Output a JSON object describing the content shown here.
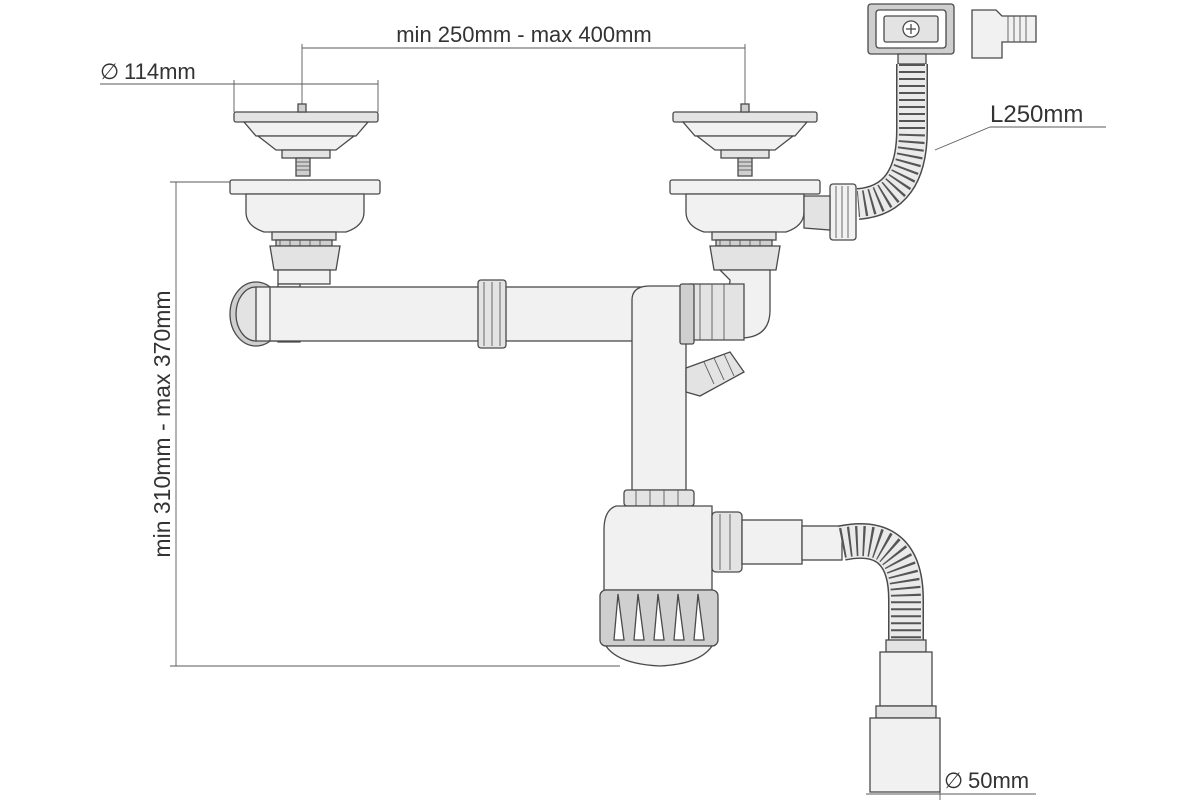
{
  "dimensions": {
    "basket_diameter": "114mm",
    "sink_spacing": "min 250mm - max 400mm",
    "overflow_hose_length": "L250mm",
    "install_height": "min 310mm - max 370mm",
    "outlet_diameter": "50mm",
    "diameter_symbol": "∅"
  },
  "colors": {
    "line": "#4a4a4a",
    "fill_light": "#f1f1f1",
    "fill_mid": "#e3e3e3",
    "fill_dark": "#cfcfcf",
    "text": "#333333"
  }
}
